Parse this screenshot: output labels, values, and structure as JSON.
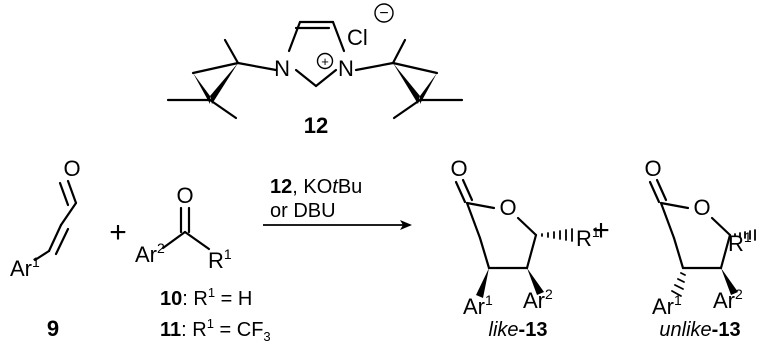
{
  "catalyst": {
    "n_left": "N",
    "n_right": "N",
    "plus_charge": "+",
    "counter_ion": "Cl",
    "minus_charge": "−",
    "number": "12"
  },
  "reactant_9": {
    "oxygen": "O",
    "aryl": "Ar",
    "aryl_sup": "1",
    "number": "9"
  },
  "plus_left": "+",
  "reactant_ketone": {
    "oxygen": "O",
    "aryl": "Ar",
    "aryl_sup": "2",
    "r": "R",
    "r_sup": "1",
    "label_10_num": "10",
    "label_10_rest": ": R",
    "label_10_sup": "1",
    "label_10_tail": " = H",
    "label_11_num": "11",
    "label_11_rest": ": R",
    "label_11_sup": "1",
    "label_11_tail": " = CF",
    "label_11_sub": "3"
  },
  "conditions": {
    "line1_num": "12",
    "line1_sep": ", KO",
    "line1_italic": "t",
    "line1_tail": "Bu",
    "line2": "or DBU"
  },
  "plus_right": "+",
  "product_like": {
    "carbonyl_o": "O",
    "ring_o": "O",
    "r": "R",
    "r_sup": "1",
    "ar1": "Ar",
    "ar1_sup": "1",
    "ar2": "Ar",
    "ar2_sup": "2",
    "label_italic": "like",
    "label_num": "-13"
  },
  "product_unlike": {
    "carbonyl_o": "O",
    "ring_o": "O",
    "r": "R",
    "r_sup": "1",
    "ar1": "Ar",
    "ar1_sup": "1",
    "ar2": "Ar",
    "ar2_sup": "2",
    "label_italic": "unlike",
    "label_num": "-13"
  }
}
